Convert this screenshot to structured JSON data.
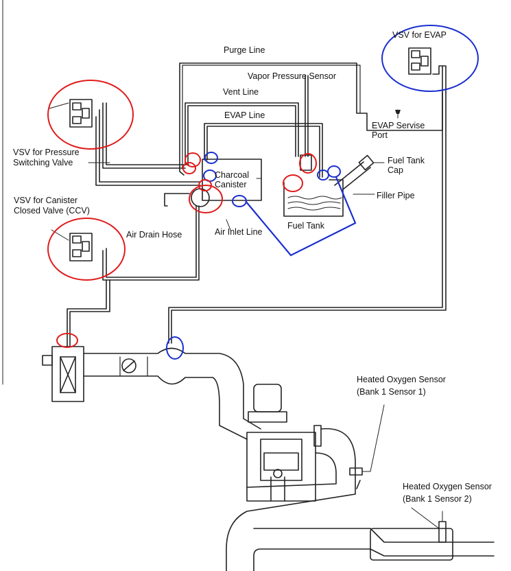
{
  "labels": {
    "purge_line": "Purge Line",
    "vsv_evap": "VSV for EVAP",
    "vapor_pressure_sensor": "Vapor Pressure Sensor",
    "vent_line": "Vent Line",
    "evap_line": "EVAP Line",
    "evap_service_port_1": "EVAP Servise",
    "evap_service_port_2": "Port",
    "vsv_pressure_1": "VSV for Pressure",
    "vsv_pressure_2": "Switching Valve",
    "charcoal_canister_1": "Charcoal",
    "charcoal_canister_2": "Canister",
    "fuel_tank_cap_1": "Fuel Tank",
    "fuel_tank_cap_2": "Cap",
    "filler_pipe": "Filler Pipe",
    "vsv_ccv_1": "VSV for Canister",
    "vsv_ccv_2": "Closed Valve (CCV)",
    "air_drain_hose": "Air Drain Hose",
    "air_inlet_line": "Air Inlet Line",
    "fuel_tank": "Fuel Tank",
    "ho2s_1_1": "Heated Oxygen Sensor",
    "ho2s_1_2": "(Bank 1 Sensor 1)",
    "ho2s_2_1": "Heated Oxygen Sensor",
    "ho2s_2_2": "(Bank 1 Sensor 2)"
  },
  "markup_colors": {
    "red": "#e01b1b",
    "blue": "#1a2fd0",
    "ink": "#222222"
  }
}
